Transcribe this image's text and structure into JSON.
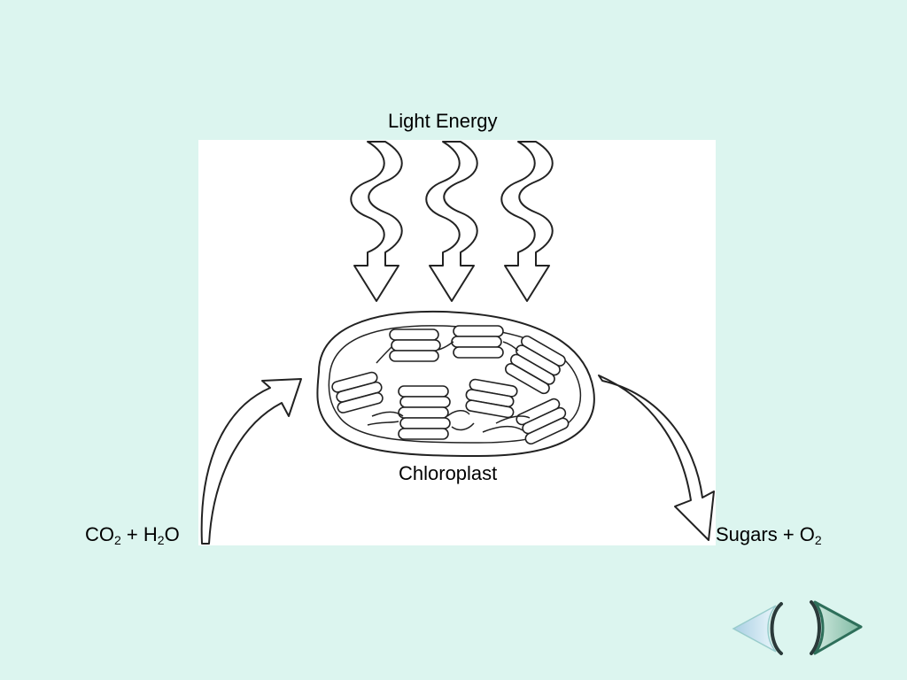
{
  "diagram": {
    "light_label": "Light Energy",
    "organelle_label": "Chloroplast",
    "inputs": {
      "co": "CO",
      "co_sub": "2",
      "plus": " + H",
      "h_sub": "2",
      "o": "O"
    },
    "outputs": {
      "sugars": "Sugars + O",
      "o_sub": "2"
    }
  },
  "navigation": {
    "prev_icon": "back-arrow-icon",
    "next_icon": "forward-arrow-icon",
    "prev_color": "#c9e3ef",
    "next_color": "#2e6f5a"
  }
}
